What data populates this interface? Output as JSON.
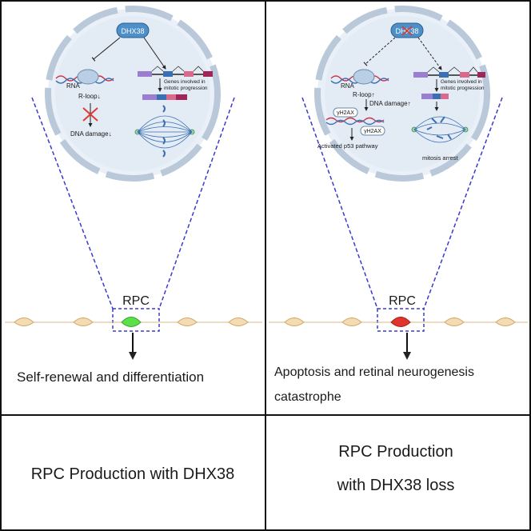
{
  "left": {
    "protein": "DHX38",
    "rna": "RNA",
    "rloop": "R-loop↓",
    "dna_damage": "DNA damage↓",
    "genes_line1": "Genes involved in",
    "genes_line2": "mitotic progression",
    "rpc": "RPC",
    "outcome_line1": "Self-renewal and differentiation",
    "caption_line1": "RPC Production with DHX38",
    "cell_color": "#5be04a"
  },
  "right": {
    "protein": "DHX38",
    "rna": "RNA",
    "rloop": "R-loop↑",
    "dna_damage": "DNA damage↑",
    "h2ax_a": "γH2AX",
    "h2ax_b": "γH2AX",
    "p53": "Activated p53 pathway",
    "genes_line1": "Genes involved in",
    "genes_line2": "mitotic progression",
    "mitosis": "mitosis arrest",
    "rpc": "RPC",
    "outcome_line1": "Apoptosis and retinal neurogenesis",
    "outcome_line2": "catastrophe",
    "caption_line1": "RPC Production",
    "caption_line2": "with DHX38 loss",
    "cell_color": "#e0342c"
  },
  "colors": {
    "dashed_zoom": "#3a3acf",
    "neighbor_cell": "#f3dcb1",
    "nucleus_fill": "#e3ebf5",
    "protein_fill": "#4d8fc9"
  }
}
